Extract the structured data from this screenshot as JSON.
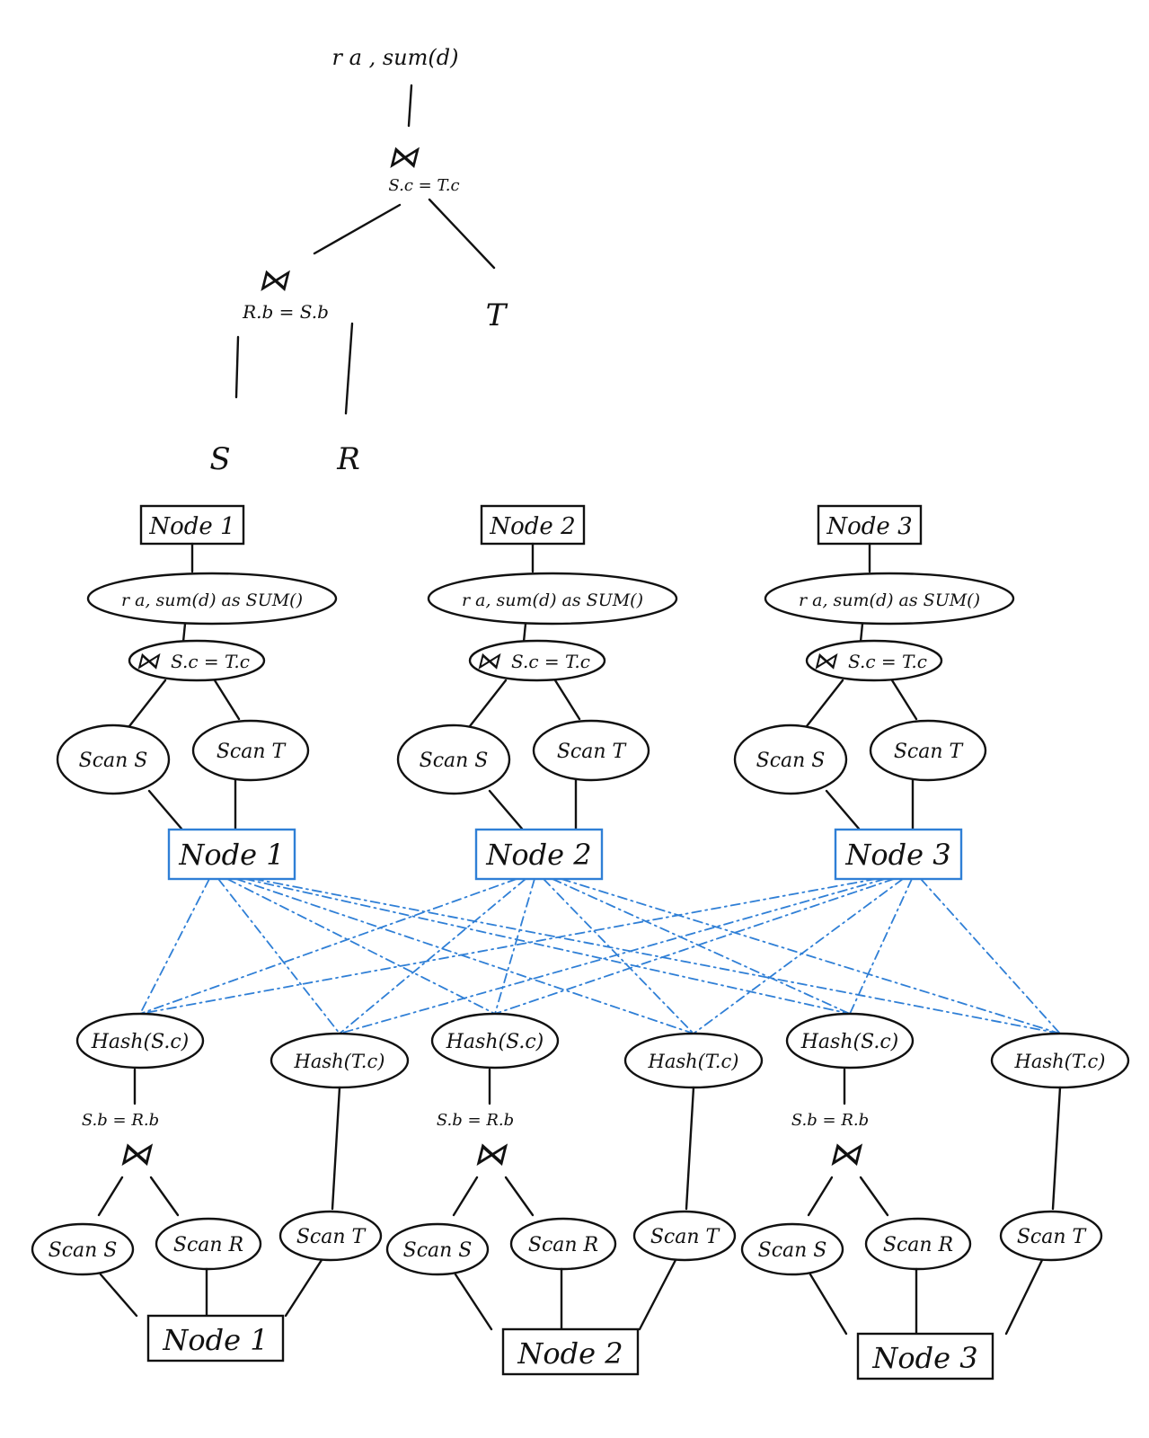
{
  "colors": {
    "ink": "#111111",
    "shuffle": "#2f7fd6",
    "background": "#ffffff"
  },
  "logical_plan": {
    "root": "r a , sum(d)",
    "join_top": {
      "symbol": "⋈",
      "condition": "S.c = T.c"
    },
    "join_bottom": {
      "symbol": "⋈",
      "condition": "R.b = S.b"
    },
    "leaves": [
      "S",
      "R",
      "T"
    ]
  },
  "upper_stage": {
    "nodes": [
      {
        "label": "Node 1",
        "aggregate": "r a, sum(d) as SUM()",
        "join_symbol": "⋈",
        "join_condition": "S.c = T.c",
        "scan_left": "Scan S",
        "scan_right": "Scan T",
        "exchange": "Node 1"
      },
      {
        "label": "Node 2",
        "aggregate": "r a, sum(d) as SUM()",
        "join_symbol": "⋈",
        "join_condition": "S.c = T.c",
        "scan_left": "Scan S",
        "scan_right": "Scan T",
        "exchange": "Node 2"
      },
      {
        "label": "Node 3",
        "aggregate": "r a, sum(d) as SUM()",
        "join_symbol": "⋈",
        "join_condition": "S.c = T.c",
        "scan_left": "Scan S",
        "scan_right": "Scan T",
        "exchange": "Node 3"
      }
    ]
  },
  "lower_stage": {
    "nodes": [
      {
        "hash_s": "Hash(S.c)",
        "hash_t": "Hash(T.c)",
        "join_condition": "S.b = R.b",
        "join_symbol": "⋈",
        "scan_s": "Scan S",
        "scan_r": "Scan R",
        "scan_t": "Scan T",
        "label": "Node 1"
      },
      {
        "hash_s": "Hash(S.c)",
        "hash_t": "Hash(T.c)",
        "join_condition": "S.b = R.b",
        "join_symbol": "⋈",
        "scan_s": "Scan S",
        "scan_r": "Scan R",
        "scan_t": "Scan T",
        "label": "Node 2"
      },
      {
        "hash_s": "Hash(S.c)",
        "hash_t": "Hash(T.c)",
        "join_condition": "S.b = R.b",
        "join_symbol": "⋈",
        "scan_s": "Scan S",
        "scan_r": "Scan R",
        "scan_t": "Scan T",
        "label": "Node 3"
      }
    ]
  }
}
